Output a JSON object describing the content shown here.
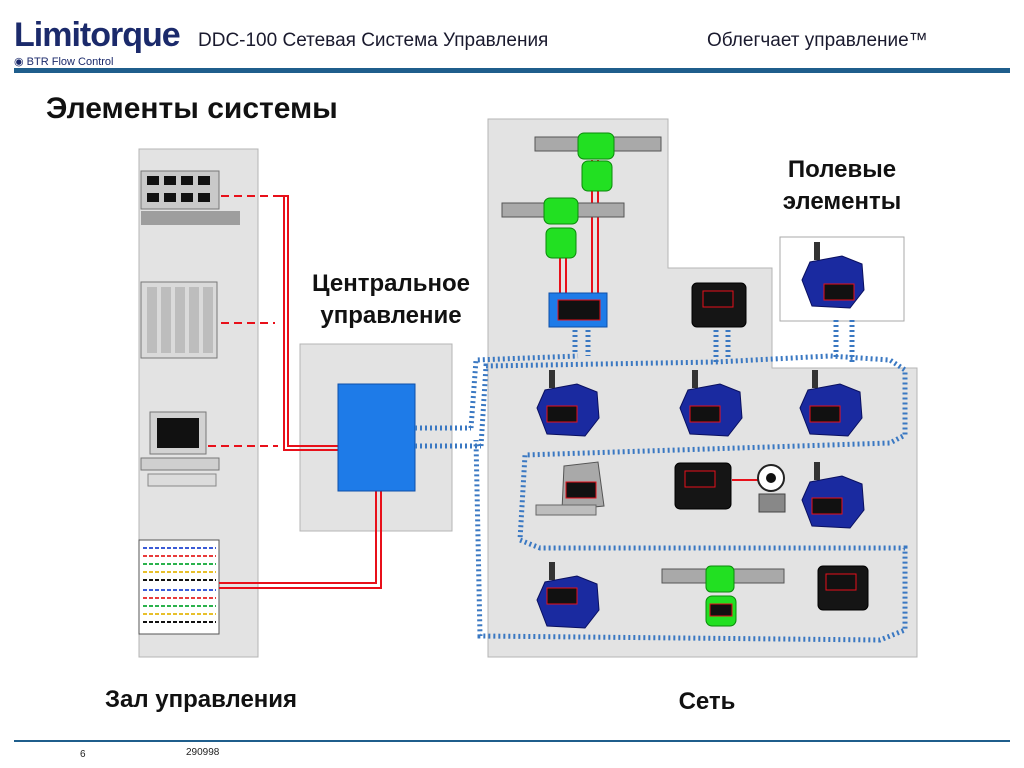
{
  "header": {
    "logo": "Limitorque",
    "logo_sub": "BTR Flow Control",
    "title": "DDC-100 Сетевая Система Управления",
    "tagline": "Облегчает управление™"
  },
  "slide_title": "Элементы системы",
  "labels": {
    "central": "Центральное управление",
    "field": "Полевые элементы",
    "control_room": "Зал управления",
    "network": "Сеть"
  },
  "footer": {
    "page": "6",
    "code": "290998"
  },
  "colors": {
    "brand": "#1b2a6b",
    "rule": "#1f5e8c",
    "wire": "#e8101a",
    "cable": "#3a78c2",
    "controller": "#1e7be8",
    "actuator": "#1a2aa0",
    "flowmeter": "#22e022"
  }
}
